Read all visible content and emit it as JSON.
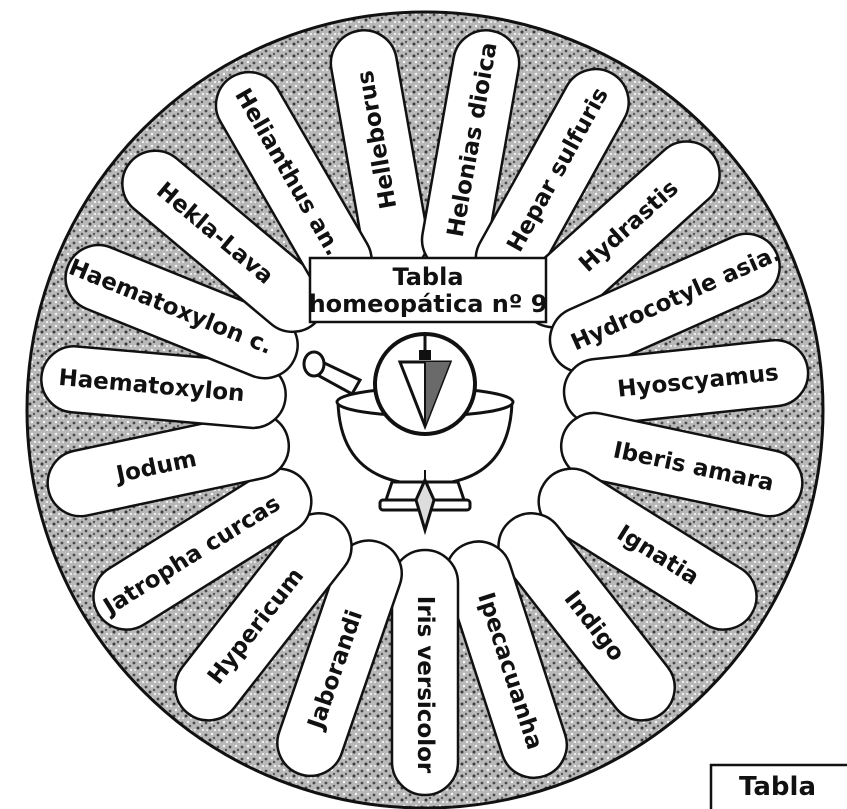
{
  "center": {
    "title_line1": "Tabla",
    "title_line2": "homeopática nº 9"
  },
  "remedies": [
    "Helleborus",
    "Helonias dioica",
    "Hepar sulfuris",
    "Hydrastis",
    "Hydrocotyle asia.",
    "Hyoscyamus",
    "Iberis amara",
    "Ignatia",
    "Indigo",
    "Ipecacuanha",
    "Iris versicolor",
    "Jaborandi",
    "Hypericum",
    "Jatropha curcas",
    "Jodum",
    "Haematoxylon",
    "Haematoxylon c.",
    "Hekla-Lava",
    "Helianthus an."
  ],
  "corner_label": "Tabla",
  "icons": {
    "pendulum": "pendulum-icon",
    "mortar": "mortar-and-pestle-icon"
  },
  "colors": {
    "ink": "#111111",
    "ring_texture": "#8a8a8a",
    "paper": "#ffffff"
  }
}
